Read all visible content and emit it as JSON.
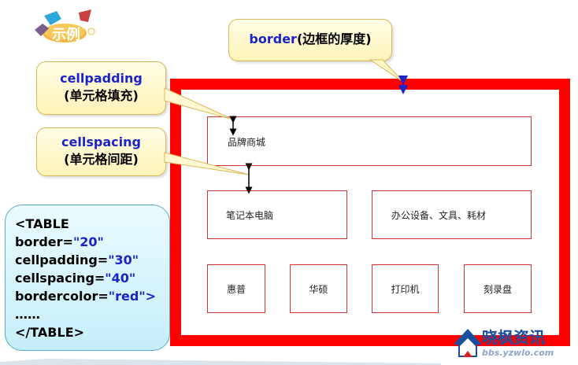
{
  "badge": {
    "label": "示例"
  },
  "callouts": {
    "border": {
      "term": "border",
      "desc": "(边框的厚度)"
    },
    "cellpadding": {
      "term": "cellpadding",
      "desc": "(单元格填充)"
    },
    "cellspacing": {
      "term": "cellspacing",
      "desc": "(单元格间距)"
    }
  },
  "table": {
    "border_color": "#ff0000",
    "rows": [
      [
        "品牌商城"
      ],
      [
        "笔记本电脑",
        "办公设备、文具、耗材"
      ],
      [
        "惠普",
        "华硕",
        "打印机",
        "刻录盘"
      ]
    ]
  },
  "code": {
    "open_tag": "<TABLE",
    "attributes": [
      {
        "name": "border=",
        "value": "\"20\""
      },
      {
        "name": "cellpadding=",
        "value": "\"30\""
      },
      {
        "name": "cellspacing=",
        "value": "\"40\""
      },
      {
        "name": "bordercolor=",
        "value": "\"red\">"
      }
    ],
    "ellipsis": "……",
    "close_tag": "</TABLE>"
  },
  "logo": {
    "title": "晓枫资讯",
    "url": "bbs.yzwlo.com"
  }
}
